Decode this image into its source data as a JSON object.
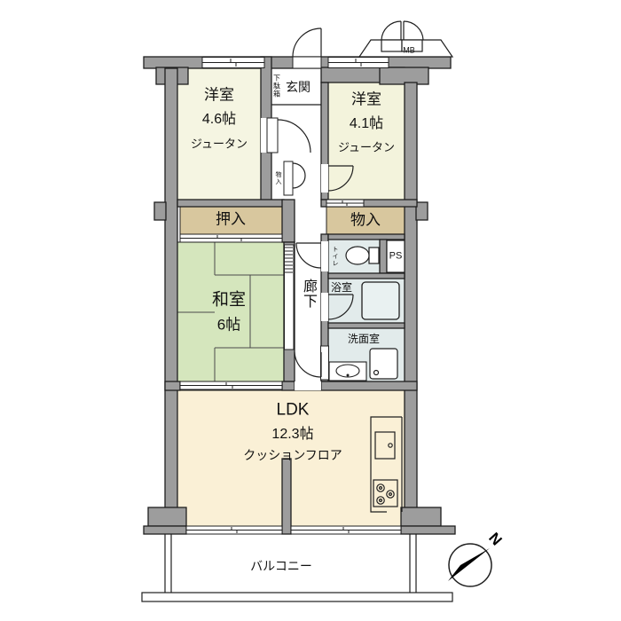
{
  "colors": {
    "wall": "#9d9d9d",
    "outline": "#1f1f1f",
    "western_room": "#f5f5e2",
    "tatami": "#d5e6bd",
    "closet": "#d8c79e",
    "ldk": "#faf0d6",
    "wet_area": "#e2ebeb"
  },
  "rooms": {
    "western_left": {
      "name": "洋室",
      "size": "4.6帖",
      "floor": "ジュータン"
    },
    "western_right": {
      "name": "洋室",
      "size": "4.1帖",
      "floor": "ジュータン"
    },
    "japanese_room": {
      "name": "和室",
      "size": "6帖"
    },
    "ldk": {
      "name": "LDK",
      "size": "12.3帖",
      "floor": "クッションフロア"
    },
    "entrance": {
      "name": "玄関"
    },
    "shoe_cabinet": {
      "name": "下駄箱"
    },
    "closet_oshiire": {
      "name": "押入"
    },
    "closet_monoire": {
      "name": "物入"
    },
    "closet_small": {
      "name": "物入"
    },
    "hallway": {
      "name": "廊下"
    },
    "toilet": {
      "name": "トイレ"
    },
    "pipe_space": {
      "name": "PS"
    },
    "bathroom": {
      "name": "浴室"
    },
    "washroom": {
      "name": "洗面室"
    },
    "balcony": {
      "name": "バルコニー"
    },
    "meter_box": {
      "name": "MB"
    }
  },
  "compass": {
    "north_label": "N"
  }
}
